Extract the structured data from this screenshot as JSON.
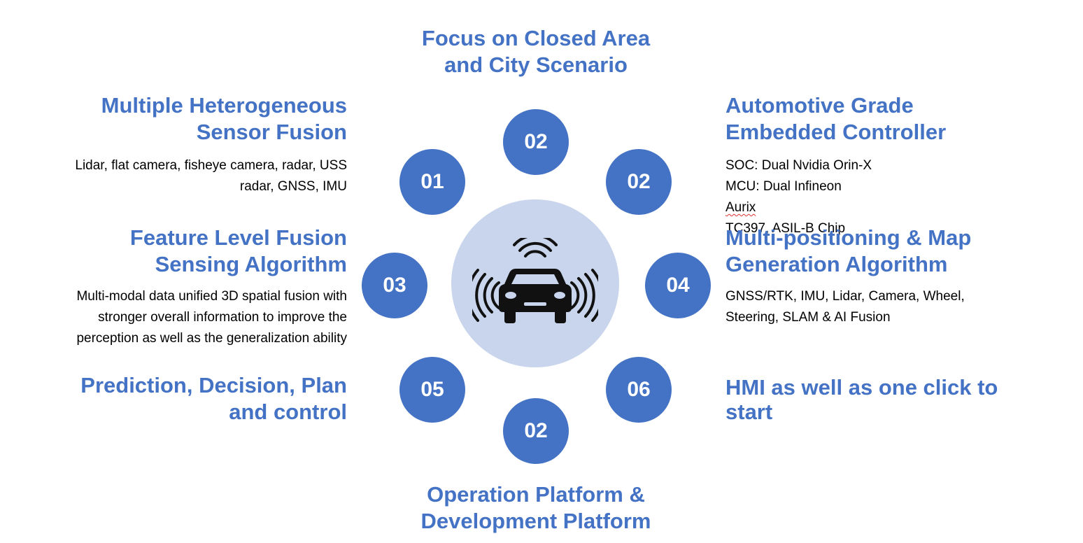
{
  "top": {
    "line1": "Focus on Closed Area",
    "line2": "and City Scenario"
  },
  "bottom": {
    "line1": "Operation Platform &",
    "line2": "Development Platform"
  },
  "left": [
    {
      "title1": "Multiple Heterogeneous",
      "title2": "Sensor Fusion",
      "desc": [
        "Lidar, flat camera, fisheye camera, radar, USS",
        "radar, GNSS, IMU"
      ]
    },
    {
      "title1": "Feature Level Fusion",
      "title2": "Sensing Algorithm",
      "desc": [
        "Multi-modal data unified 3D spatial fusion with",
        "stronger overall information to improve the",
        "perception as well as the generalization ability"
      ]
    },
    {
      "title1": "Prediction, Decision, Plan",
      "title2": "and control"
    }
  ],
  "right": [
    {
      "title1": "Automotive Grade",
      "title2": "Embedded Controller",
      "desc1": "SOC: Dual Nvidia Orin-X",
      "desc2_pre": "MCU: Dual Infineon ",
      "desc2_flag": "Aurix",
      "desc2_post": " TC397, ASIL-B Chip"
    },
    {
      "title1": "Multi-positioning & Map",
      "title2": "Generation Algorithm",
      "desc": [
        "GNSS/RTK, IMU, Lidar, Camera, Wheel,",
        "Steering, SLAM & AI Fusion"
      ]
    },
    {
      "title1": "HMI as well as one click to",
      "title2": "start"
    }
  ],
  "badges": {
    "top": "02",
    "upper_left": "01",
    "upper_right": "02",
    "mid_left": "03",
    "mid_right": "04",
    "lower_left": "05",
    "lower_right": "06",
    "bottom": "02"
  },
  "colors": {
    "accent": "#4472C4",
    "center_fill": "#C9D5EC",
    "text": "#000000"
  },
  "icons": {
    "center": "autonomous-car-icon"
  }
}
